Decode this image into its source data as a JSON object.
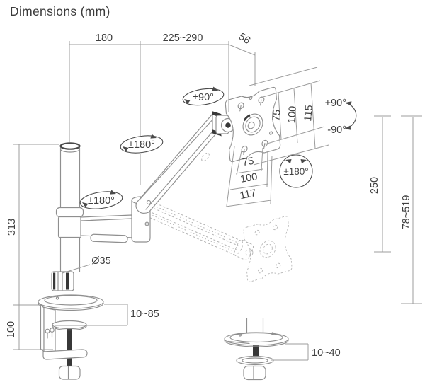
{
  "title": "Dimensions (mm)",
  "colors": {
    "background": "#ffffff",
    "drawing_line": "#8f8f8f",
    "dimension_line": "#9c9c9c",
    "ghost_line": "#b3b3b3",
    "text": "#3f3f3f",
    "dark_accent": "#383838"
  },
  "dims": {
    "arm_offset": "180",
    "extension_range": "225~290",
    "head_depth": "56",
    "vesa_v75": "75",
    "vesa_v100": "100",
    "plate_height": "115",
    "tilt_up": "+90°",
    "tilt_down": "-90°",
    "upper_arm_length": "250",
    "height_range": "78~519",
    "pole_height": "313",
    "clamp_body_height": "100",
    "pole_diameter": "Ø35",
    "desk_thickness_clamp": "10~85",
    "desk_thickness_grommet": "10~40",
    "vesa_h75": "75",
    "vesa_h100": "100",
    "plate_width": "117"
  },
  "rotations": {
    "head_swivel": "±90°",
    "upper_arm_swivel": "±180°",
    "lower_arm_swivel": "±180°",
    "plate_rotate": "±180°"
  }
}
